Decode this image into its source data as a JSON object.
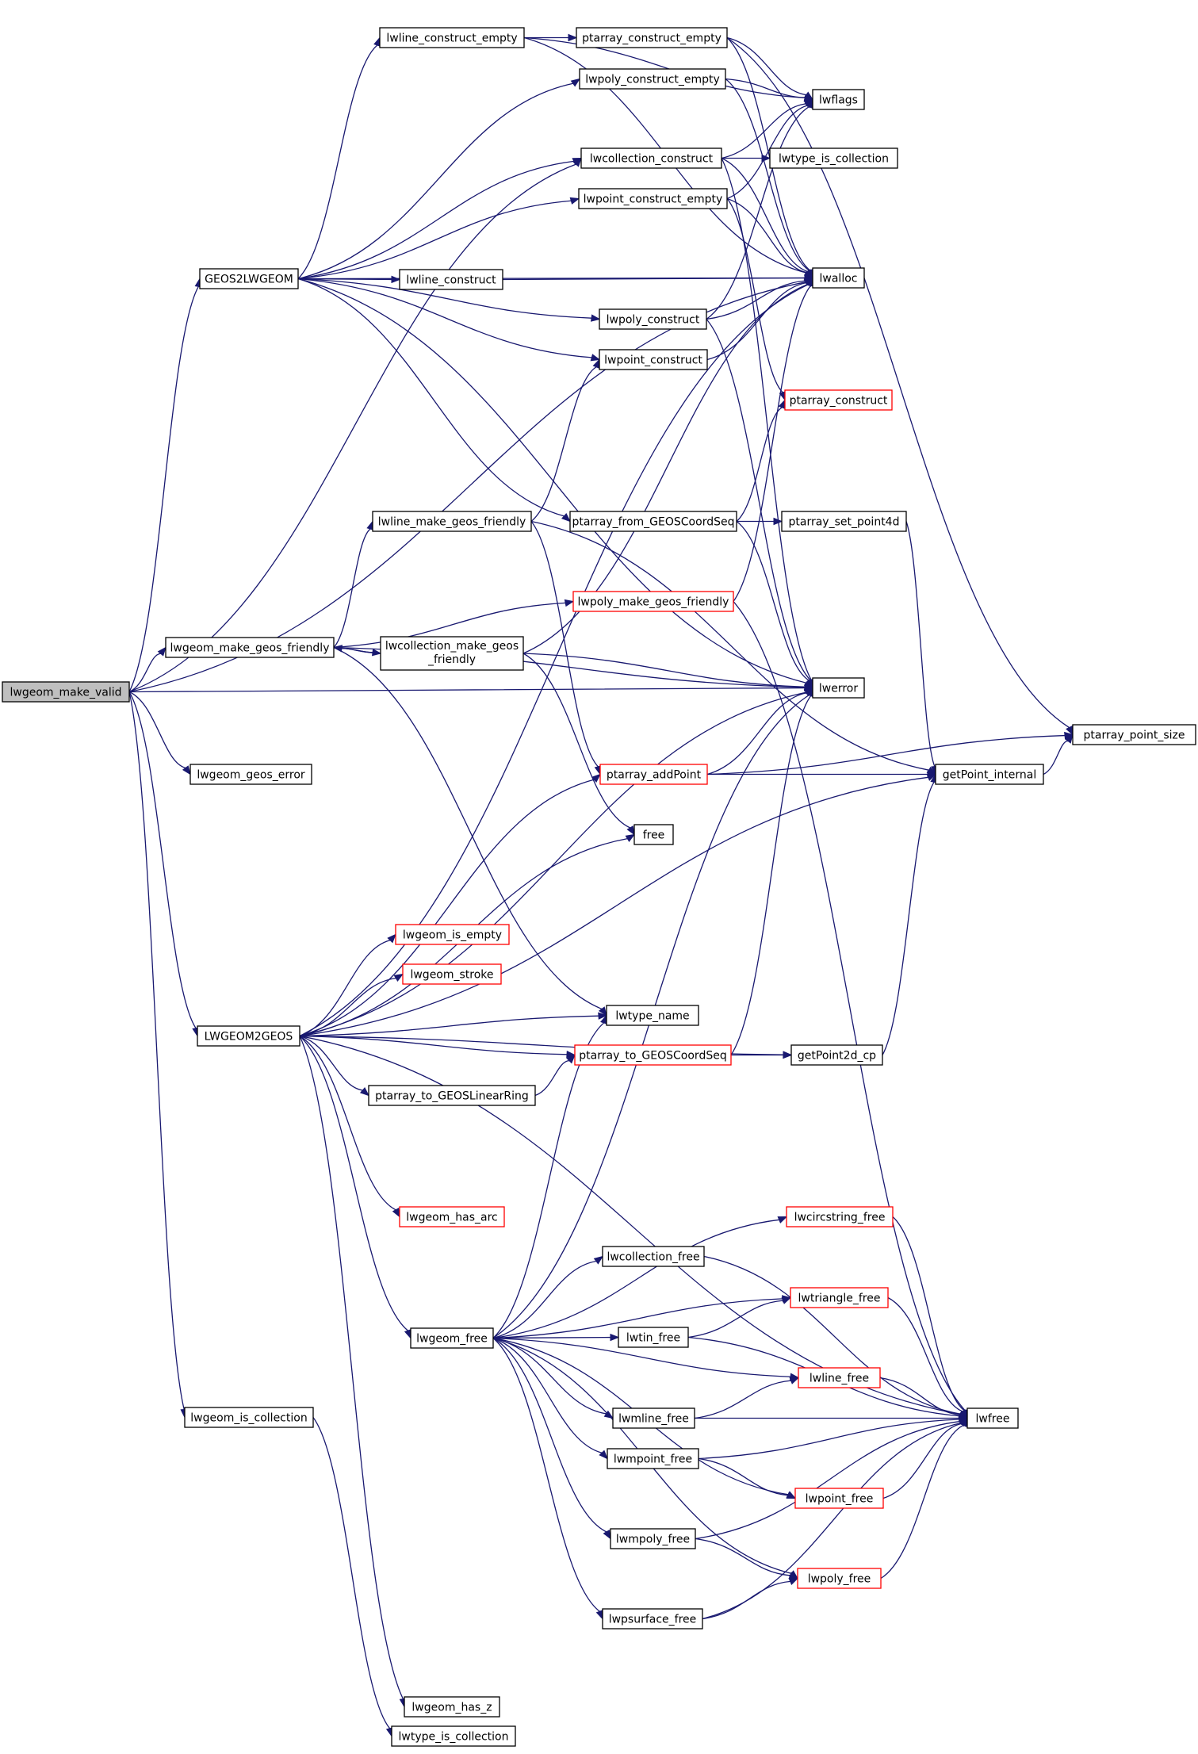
{
  "diagram": {
    "root": "lwgeom_make_valid",
    "nodes": [
      {
        "id": "lwgeom_make_valid",
        "label": "lwgeom_make_valid",
        "root": true
      },
      {
        "id": "GEOS2LWGEOM",
        "label": "GEOS2LWGEOM"
      },
      {
        "id": "lwgeom_make_geos_friendly",
        "label": "lwgeom_make_geos_friendly"
      },
      {
        "id": "lwgeom_geos_error",
        "label": "lwgeom_geos_error"
      },
      {
        "id": "LWGEOM2GEOS",
        "label": "LWGEOM2GEOS"
      },
      {
        "id": "lwgeom_is_collection",
        "label": "lwgeom_is_collection"
      },
      {
        "id": "lwline_construct_empty",
        "label": "lwline_construct_empty"
      },
      {
        "id": "lwline_construct",
        "label": "lwline_construct"
      },
      {
        "id": "lwline_make_geos_friendly",
        "label": "lwline_make_geos_friendly"
      },
      {
        "id": "lwcollection_make_geos_friendly",
        "label": "lwcollection_make_geos\n_friendly"
      },
      {
        "id": "ptarray_to_GEOSLinearRing",
        "label": "ptarray_to_GEOSLinearRing"
      },
      {
        "id": "lwgeom_free",
        "label": "lwgeom_free"
      },
      {
        "id": "lwgeom_has_z",
        "label": "lwgeom_has_z"
      },
      {
        "id": "lwtype_is_collection_b",
        "label": "lwtype_is_collection"
      },
      {
        "id": "lwgeom_is_empty",
        "label": "lwgeom_is_empty",
        "truncated": true
      },
      {
        "id": "lwgeom_stroke",
        "label": "lwgeom_stroke",
        "truncated": true
      },
      {
        "id": "lwgeom_has_arc",
        "label": "lwgeom_has_arc",
        "truncated": true
      },
      {
        "id": "ptarray_construct_empty",
        "label": "ptarray_construct_empty"
      },
      {
        "id": "lwpoly_construct_empty",
        "label": "lwpoly_construct_empty"
      },
      {
        "id": "lwcollection_construct",
        "label": "lwcollection_construct"
      },
      {
        "id": "lwpoint_construct_empty",
        "label": "lwpoint_construct_empty"
      },
      {
        "id": "lwpoly_construct",
        "label": "lwpoly_construct"
      },
      {
        "id": "lwpoint_construct",
        "label": "lwpoint_construct"
      },
      {
        "id": "ptarray_from_GEOSCoordSeq",
        "label": "ptarray_from_GEOSCoordSeq"
      },
      {
        "id": "lwpoly_make_geos_friendly",
        "label": "lwpoly_make_geos_friendly",
        "truncated": true
      },
      {
        "id": "ptarray_addPoint",
        "label": "ptarray_addPoint",
        "truncated": true
      },
      {
        "id": "free",
        "label": "free"
      },
      {
        "id": "lwtype_name",
        "label": "lwtype_name"
      },
      {
        "id": "ptarray_to_GEOSCoordSeq",
        "label": "ptarray_to_GEOSCoordSeq",
        "truncated": true
      },
      {
        "id": "lwcollection_free",
        "label": "lwcollection_free"
      },
      {
        "id": "lwtin_free",
        "label": "lwtin_free"
      },
      {
        "id": "lwmline_free",
        "label": "lwmline_free"
      },
      {
        "id": "lwmpoint_free",
        "label": "lwmpoint_free"
      },
      {
        "id": "lwmpoly_free",
        "label": "lwmpoly_free"
      },
      {
        "id": "lwpsurface_free",
        "label": "lwpsurface_free"
      },
      {
        "id": "lwflags",
        "label": "lwflags"
      },
      {
        "id": "lwtype_is_collection_a",
        "label": "lwtype_is_collection"
      },
      {
        "id": "lwalloc",
        "label": "lwalloc"
      },
      {
        "id": "ptarray_construct",
        "label": "ptarray_construct",
        "truncated": true
      },
      {
        "id": "ptarray_set_point4d",
        "label": "ptarray_set_point4d"
      },
      {
        "id": "lwerror",
        "label": "lwerror"
      },
      {
        "id": "getPoint2d_cp",
        "label": "getPoint2d_cp"
      },
      {
        "id": "lwcircstring_free",
        "label": "lwcircstring_free",
        "truncated": true
      },
      {
        "id": "lwtriangle_free",
        "label": "lwtriangle_free",
        "truncated": true
      },
      {
        "id": "lwline_free",
        "label": "lwline_free",
        "truncated": true
      },
      {
        "id": "lwpoint_free",
        "label": "lwpoint_free",
        "truncated": true
      },
      {
        "id": "lwpoly_free",
        "label": "lwpoly_free",
        "truncated": true
      },
      {
        "id": "ptarray_point_size",
        "label": "ptarray_point_size"
      },
      {
        "id": "getPoint_internal",
        "label": "getPoint_internal"
      },
      {
        "id": "lwfree",
        "label": "lwfree"
      }
    ],
    "edges": [
      [
        "lwgeom_make_valid",
        "GEOS2LWGEOM"
      ],
      [
        "lwgeom_make_valid",
        "lwcollection_construct"
      ],
      [
        "lwgeom_make_valid",
        "lwalloc"
      ],
      [
        "lwgeom_make_valid",
        "lwgeom_make_geos_friendly"
      ],
      [
        "lwgeom_make_valid",
        "lwerror"
      ],
      [
        "lwgeom_make_valid",
        "lwgeom_geos_error"
      ],
      [
        "lwgeom_make_valid",
        "LWGEOM2GEOS"
      ],
      [
        "lwgeom_make_valid",
        "lwgeom_is_collection"
      ],
      [
        "GEOS2LWGEOM",
        "lwline_construct_empty"
      ],
      [
        "GEOS2LWGEOM",
        "lwpoly_construct_empty"
      ],
      [
        "GEOS2LWGEOM",
        "lwcollection_construct"
      ],
      [
        "GEOS2LWGEOM",
        "lwpoint_construct_empty"
      ],
      [
        "GEOS2LWGEOM",
        "lwalloc"
      ],
      [
        "GEOS2LWGEOM",
        "lwline_construct"
      ],
      [
        "GEOS2LWGEOM",
        "lwpoly_construct"
      ],
      [
        "GEOS2LWGEOM",
        "lwpoint_construct"
      ],
      [
        "GEOS2LWGEOM",
        "ptarray_from_GEOSCoordSeq"
      ],
      [
        "GEOS2LWGEOM",
        "lwerror"
      ],
      [
        "lwline_construct_empty",
        "ptarray_construct_empty"
      ],
      [
        "lwline_construct_empty",
        "lwflags"
      ],
      [
        "lwline_construct_empty",
        "lwalloc"
      ],
      [
        "ptarray_construct_empty",
        "lwflags"
      ],
      [
        "ptarray_construct_empty",
        "lwalloc"
      ],
      [
        "ptarray_construct_empty",
        "ptarray_point_size"
      ],
      [
        "lwpoly_construct_empty",
        "lwflags"
      ],
      [
        "lwpoly_construct_empty",
        "lwalloc"
      ],
      [
        "lwcollection_construct",
        "lwflags"
      ],
      [
        "lwcollection_construct",
        "lwtype_is_collection_a"
      ],
      [
        "lwcollection_construct",
        "lwalloc"
      ],
      [
        "lwcollection_construct",
        "lwerror"
      ],
      [
        "lwpoint_construct_empty",
        "lwflags"
      ],
      [
        "lwpoint_construct_empty",
        "lwalloc"
      ],
      [
        "lwpoint_construct_empty",
        "ptarray_construct"
      ],
      [
        "lwline_construct",
        "lwalloc"
      ],
      [
        "lwpoly_construct",
        "lwflags"
      ],
      [
        "lwpoly_construct",
        "lwalloc"
      ],
      [
        "lwpoly_construct",
        "lwerror"
      ],
      [
        "lwpoint_construct",
        "lwalloc"
      ],
      [
        "ptarray_from_GEOSCoordSeq",
        "ptarray_construct"
      ],
      [
        "ptarray_from_GEOSCoordSeq",
        "ptarray_set_point4d"
      ],
      [
        "ptarray_from_GEOSCoordSeq",
        "lwerror"
      ],
      [
        "ptarray_set_point4d",
        "getPoint_internal"
      ],
      [
        "lwgeom_make_geos_friendly",
        "lwline_make_geos_friendly"
      ],
      [
        "lwgeom_make_geos_friendly",
        "lwpoly_make_geos_friendly"
      ],
      [
        "lwgeom_make_geos_friendly",
        "lwcollection_make_geos_friendly"
      ],
      [
        "lwgeom_make_geos_friendly",
        "lwerror"
      ],
      [
        "lwgeom_make_geos_friendly",
        "lwtype_name"
      ],
      [
        "lwline_make_geos_friendly",
        "lwpoint_construct"
      ],
      [
        "lwline_make_geos_friendly",
        "ptarray_addPoint"
      ],
      [
        "lwline_make_geos_friendly",
        "getPoint_internal"
      ],
      [
        "lwcollection_make_geos_friendly",
        "lwgeom_make_geos_friendly"
      ],
      [
        "lwcollection_make_geos_friendly",
        "lwalloc"
      ],
      [
        "lwcollection_make_geos_friendly",
        "lwerror"
      ],
      [
        "lwcollection_make_geos_friendly",
        "free"
      ],
      [
        "lwpoly_make_geos_friendly",
        "lwalloc"
      ],
      [
        "lwpoly_make_geos_friendly",
        "lwfree"
      ],
      [
        "ptarray_addPoint",
        "lwerror"
      ],
      [
        "ptarray_addPoint",
        "ptarray_point_size"
      ],
      [
        "ptarray_addPoint",
        "getPoint_internal"
      ],
      [
        "getPoint_internal",
        "ptarray_point_size"
      ],
      [
        "LWGEOM2GEOS",
        "lwalloc"
      ],
      [
        "LWGEOM2GEOS",
        "ptarray_addPoint"
      ],
      [
        "LWGEOM2GEOS",
        "free"
      ],
      [
        "LWGEOM2GEOS",
        "lwerror"
      ],
      [
        "LWGEOM2GEOS",
        "lwgeom_is_empty"
      ],
      [
        "LWGEOM2GEOS",
        "lwgeom_stroke"
      ],
      [
        "LWGEOM2GEOS",
        "lwtype_name"
      ],
      [
        "LWGEOM2GEOS",
        "ptarray_to_GEOSCoordSeq"
      ],
      [
        "LWGEOM2GEOS",
        "getPoint2d_cp"
      ],
      [
        "LWGEOM2GEOS",
        "ptarray_to_GEOSLinearRing"
      ],
      [
        "LWGEOM2GEOS",
        "getPoint_internal"
      ],
      [
        "LWGEOM2GEOS",
        "lwgeom_has_arc"
      ],
      [
        "LWGEOM2GEOS",
        "lwgeom_free"
      ],
      [
        "LWGEOM2GEOS",
        "lwfree"
      ],
      [
        "LWGEOM2GEOS",
        "lwgeom_has_z"
      ],
      [
        "ptarray_to_GEOSLinearRing",
        "ptarray_to_GEOSCoordSeq"
      ],
      [
        "ptarray_to_GEOSCoordSeq",
        "lwerror"
      ],
      [
        "ptarray_to_GEOSCoordSeq",
        "getPoint2d_cp"
      ],
      [
        "getPoint2d_cp",
        "getPoint_internal"
      ],
      [
        "lwgeom_free",
        "lwerror"
      ],
      [
        "lwgeom_free",
        "lwtype_name"
      ],
      [
        "lwgeom_free",
        "lwcircstring_free"
      ],
      [
        "lwgeom_free",
        "lwcollection_free"
      ],
      [
        "lwgeom_free",
        "lwtriangle_free"
      ],
      [
        "lwgeom_free",
        "lwtin_free"
      ],
      [
        "lwgeom_free",
        "lwline_free"
      ],
      [
        "lwgeom_free",
        "lwmline_free"
      ],
      [
        "lwgeom_free",
        "lwmpoint_free"
      ],
      [
        "lwgeom_free",
        "lwpoint_free"
      ],
      [
        "lwgeom_free",
        "lwmpoly_free"
      ],
      [
        "lwgeom_free",
        "lwpoly_free"
      ],
      [
        "lwgeom_free",
        "lwpsurface_free"
      ],
      [
        "lwcircstring_free",
        "lwfree"
      ],
      [
        "lwcollection_free",
        "lwfree"
      ],
      [
        "lwtriangle_free",
        "lwfree"
      ],
      [
        "lwtin_free",
        "lwtriangle_free"
      ],
      [
        "lwtin_free",
        "lwfree"
      ],
      [
        "lwline_free",
        "lwfree"
      ],
      [
        "lwmline_free",
        "lwline_free"
      ],
      [
        "lwmline_free",
        "lwfree"
      ],
      [
        "lwmpoint_free",
        "lwfree"
      ],
      [
        "lwmpoint_free",
        "lwpoint_free"
      ],
      [
        "lwpoint_free",
        "lwfree"
      ],
      [
        "lwmpoly_free",
        "lwfree"
      ],
      [
        "lwmpoly_free",
        "lwpoly_free"
      ],
      [
        "lwpoly_free",
        "lwfree"
      ],
      [
        "lwpsurface_free",
        "lwpoly_free"
      ],
      [
        "lwpsurface_free",
        "lwfree"
      ],
      [
        "lwgeom_is_collection",
        "lwtype_is_collection_b"
      ]
    ],
    "colors": {
      "edge": "#191970",
      "node_border": "#000000",
      "truncated_border": "#ff0000",
      "root_fill": "#bfbfbf",
      "background": "#ffffff"
    }
  }
}
